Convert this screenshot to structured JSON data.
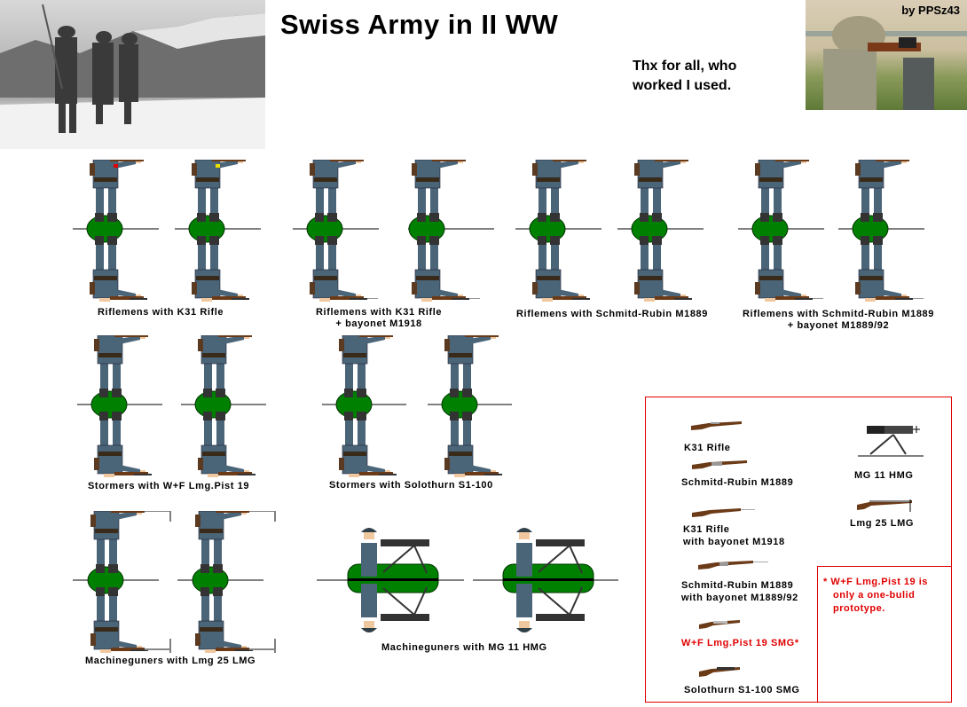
{
  "header": {
    "title": "Swiss Army in II WW",
    "thanks_line1": "Thx for all, who",
    "thanks_line2": "worked I used.",
    "byline": "by PPSz43",
    "left_photo": "photo-swiss-soldiers-mountains",
    "right_photo": "photo-modern-soldier-aiming"
  },
  "colors": {
    "base_green": "#008000",
    "uniform": "#4a6478",
    "helmet": "#2f3f47",
    "rifle_wood": "#6b3a17",
    "legend_border": "#e00000",
    "note_text": "#e00000",
    "armband_red": "#e00000",
    "armband_yellow": "#f0e000"
  },
  "groups": [
    {
      "caption_line1": "Riflemens with K31 Rifle",
      "caption_line2": "",
      "weapon": "k31"
    },
    {
      "caption_line1": "Riflemens with K31 Rifle",
      "caption_line2": "+ bayonet M1918",
      "weapon": "k31-bayonet"
    },
    {
      "caption_line1": "Riflemens with Schmitd-Rubin M1889",
      "caption_line2": "",
      "weapon": "schmidt-rubin"
    },
    {
      "caption_line1": "Riflemens with Schmitd-Rubin M1889",
      "caption_line2": "+ bayonet M1889/92",
      "weapon": "schmidt-rubin-bayonet"
    },
    {
      "caption_line1": "Stormers with W+F Lmg.Pist 19",
      "caption_line2": "",
      "weapon": "wf-lmg-pist-19"
    },
    {
      "caption_line1": "Stormers with Solothurn S1-100",
      "caption_line2": "",
      "weapon": "solothurn-s1-100"
    },
    {
      "caption_line1": "Machineguners with Lmg 25 LMG",
      "caption_line2": "",
      "weapon": "lmg-25"
    },
    {
      "caption_line1": "Machineguners with MG 11 HMG",
      "caption_line2": "",
      "weapon": "mg-11"
    }
  ],
  "legend": {
    "items": [
      {
        "label_line1": "K31 Rifle",
        "label_line2": "",
        "highlight": false
      },
      {
        "label_line1": "Schmitd-Rubin M1889",
        "label_line2": "",
        "highlight": false
      },
      {
        "label_line1": "K31 Rifle",
        "label_line2": "with bayonet M1918",
        "highlight": false
      },
      {
        "label_line1": "Schmitd-Rubin M1889",
        "label_line2": "with bayonet M1889/92",
        "highlight": false
      },
      {
        "label_line1": "W+F Lmg.Pist 19 SMG*",
        "label_line2": "",
        "highlight": true
      },
      {
        "label_line1": "Solothurn S1-100 SMG",
        "label_line2": "",
        "highlight": false
      },
      {
        "label_line1": "MG 11 HMG",
        "label_line2": "",
        "highlight": false
      },
      {
        "label_line1": "Lmg 25 LMG",
        "label_line2": "",
        "highlight": false
      }
    ],
    "note_line1": "* W+F Lmg.Pist 19 is",
    "note_line2": "only a one-bulid",
    "note_line3": "prototype."
  }
}
